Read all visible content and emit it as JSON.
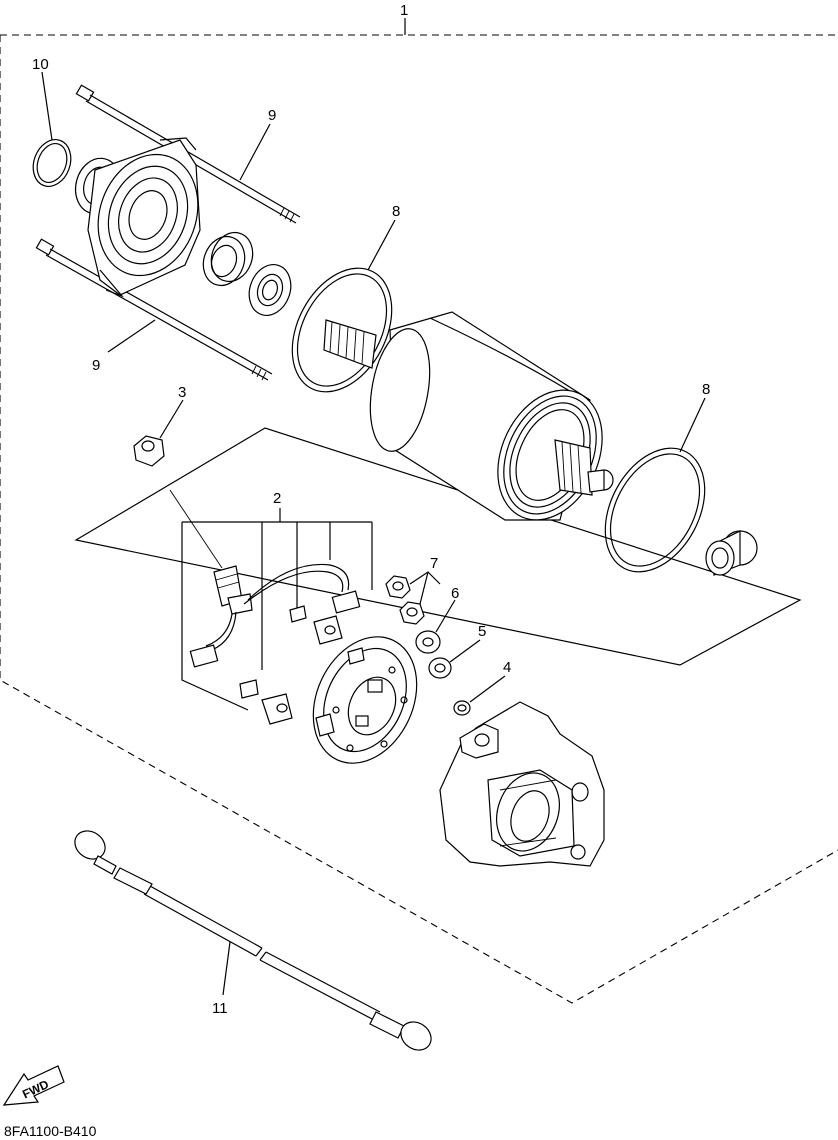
{
  "diagram": {
    "callouts": {
      "c1": "1",
      "c2": "2",
      "c3": "3",
      "c4": "4",
      "c5": "5",
      "c6": "6",
      "c7": "7",
      "c8a": "8",
      "c8b": "8",
      "c9a": "9",
      "c9b": "9",
      "c10": "10",
      "c11": "11"
    },
    "fwd_label": "FWD",
    "drawing_code": "8FA1100-B410"
  }
}
